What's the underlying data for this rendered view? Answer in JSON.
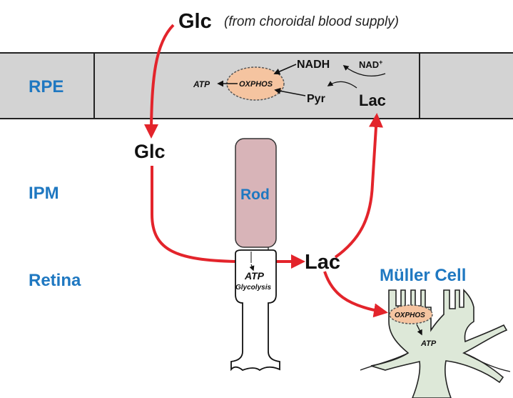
{
  "top_glucose": {
    "label": "Glc",
    "source_note": "(from choroidal blood supply)"
  },
  "layers": {
    "rpe": "RPE",
    "ipm": "IPM",
    "retina": "Retina"
  },
  "rpe_metabolism": {
    "nadh": "NADH",
    "nad_base": "NAD",
    "nad_sup": "+",
    "oxphos": "OXPHOS",
    "atp": "ATP",
    "pyr": "Pyr",
    "lac": "Lac"
  },
  "flow": {
    "glc_ipm": "Glc",
    "lac_retina": "Lac"
  },
  "photoreceptor": {
    "rod": "Rod",
    "atp": "ATP",
    "glycolysis": "Glycolysis"
  },
  "muller": {
    "title": "Müller Cell",
    "oxphos": "OXPHOS",
    "atp": "ATP"
  },
  "colors": {
    "arrow_red": "#e3242b",
    "label_blue": "#1f78c1",
    "rpe_band": "#d3d3d3",
    "rod_pink": "#d8b4b8",
    "oxphos_orange": "#f5c4a0",
    "muller_green": "#dde8d8"
  }
}
